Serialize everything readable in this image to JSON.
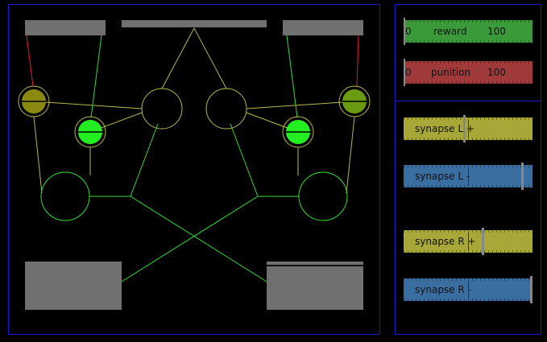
{
  "colors": {
    "panel_border": "#1a1acc",
    "sensor_gray": "#707070",
    "wire_green": "#33dd33",
    "wire_yellow": "#b8b84a",
    "wire_red": "#dd2222",
    "neuron_olive": "#8a8a10",
    "neuron_bright": "#22ee22",
    "neuron_darkgreen": "#6a9a10"
  },
  "controls": {
    "reward": {
      "min": "0",
      "label": "reward",
      "max": "100",
      "value": 0
    },
    "punition": {
      "min": "0",
      "label": "punition",
      "max": "100",
      "value": 0
    },
    "synapse_l_plus": {
      "label": "synapse L +",
      "value": 0.47
    },
    "synapse_l_minus": {
      "label": "synapse L -",
      "value": 0.93
    },
    "synapse_r_plus": {
      "label": "synapse R +",
      "value": 0.62
    },
    "synapse_r_minus": {
      "label": "synapse R -",
      "value": 1.0
    }
  }
}
